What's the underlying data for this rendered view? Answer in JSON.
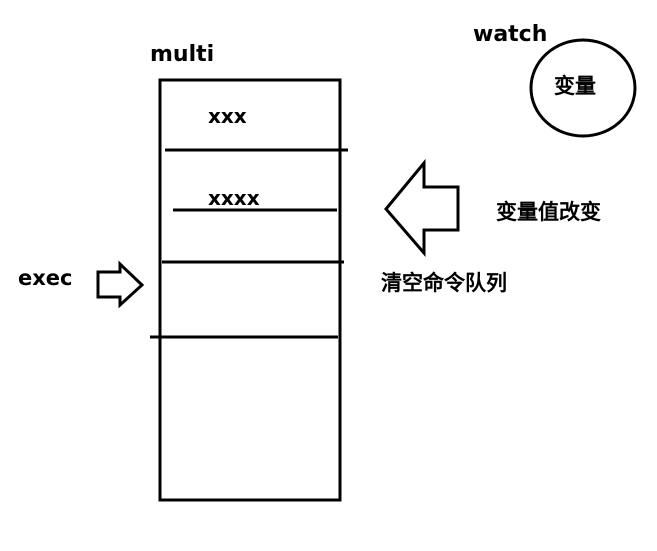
{
  "labels": {
    "multi": "multi",
    "watch": "watch",
    "variable": "变量",
    "cmd1": "xxx",
    "cmd2": "xxxx",
    "exec": "exec",
    "value_changed": "变量值改变",
    "clear_queue": "清空命令队列"
  },
  "colors": {
    "stroke": "#000000",
    "background": "#ffffff"
  }
}
